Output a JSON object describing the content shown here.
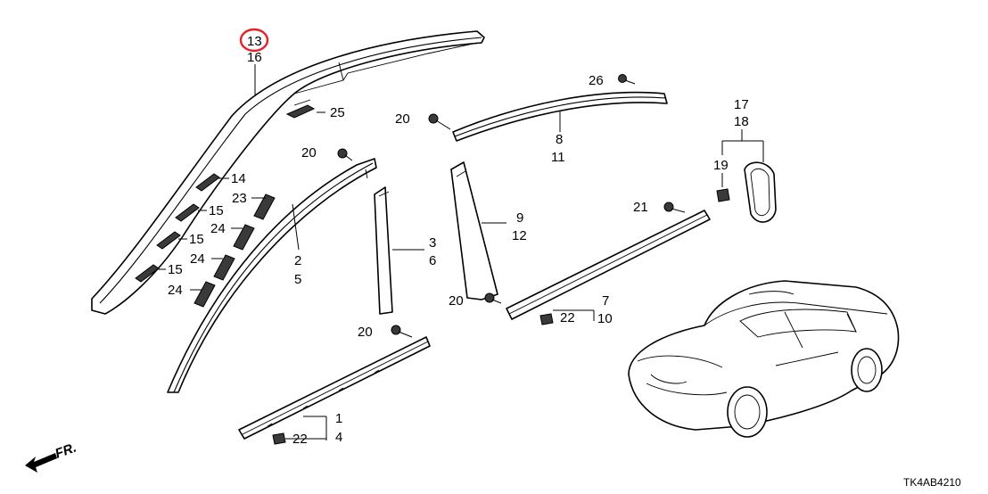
{
  "diagram": {
    "labels": {
      "p13": "13",
      "p16": "16",
      "p25": "25",
      "p26": "26",
      "p20a": "20",
      "p20b": "20",
      "p20c": "20",
      "p20d": "20",
      "p8": "8",
      "p11": "11",
      "p17": "17",
      "p18": "18",
      "p19": "19",
      "p14": "14",
      "p23": "23",
      "p15a": "15",
      "p15b": "15",
      "p15c": "15",
      "p24a": "24",
      "p24b": "24",
      "p24c": "24",
      "p2": "2",
      "p5": "5",
      "p3": "3",
      "p6": "6",
      "p9": "9",
      "p12": "12",
      "p21": "21",
      "p7": "7",
      "p10": "10",
      "p22a": "22",
      "p1": "1",
      "p4": "4",
      "p22b": "22"
    },
    "front_marker": "FR.",
    "diagram_code": "TK4AB4210",
    "highlight_color": "#e8202a"
  }
}
